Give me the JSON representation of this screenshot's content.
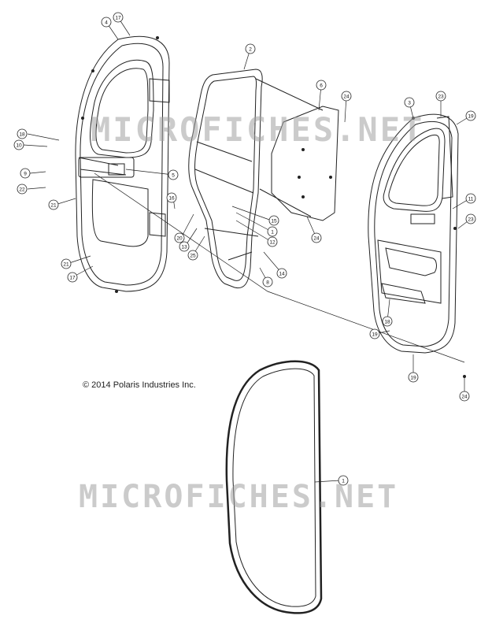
{
  "copyright": "© 2014 Polaris Industries Inc.",
  "watermark": "MICROFICHES.NET",
  "callouts": [
    "17",
    "4",
    "2",
    "6",
    "24",
    "3",
    "23",
    "19",
    "18",
    "10",
    "9",
    "22",
    "21",
    "5",
    "16",
    "15",
    "1",
    "12",
    "20",
    "13",
    "25",
    "11",
    "23",
    "24",
    "14",
    "8",
    "21",
    "17",
    "18",
    "19",
    "19",
    "24",
    "1"
  ]
}
